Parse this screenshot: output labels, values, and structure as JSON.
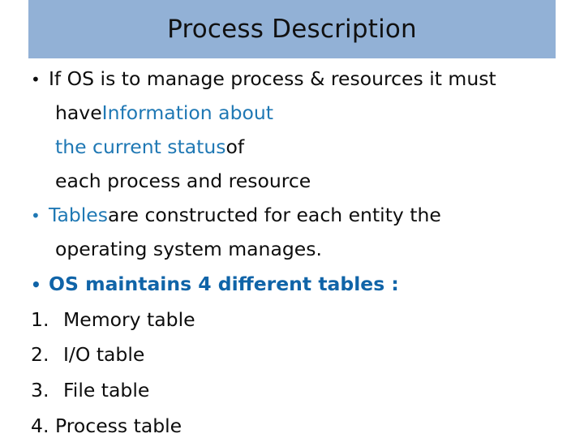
{
  "slide": {
    "title": "Process Description",
    "title_bar_color": "#92b1d6",
    "accent_blue": "#1f78b4",
    "accent_blue_bold": "#1064a8",
    "text_color": "#0d0d0d",
    "background": "#ffffff"
  },
  "content": {
    "bullet_glyph": "•",
    "bullets": [
      {
        "marker": "•",
        "line1_a": "If OS is to manage process & resources it must",
        "line2_a": "have ",
        "line2_b": "Information about",
        "line3_b": "the current status",
        "line3_c": " of",
        "line4_a": "each process and resource"
      },
      {
        "marker": "•",
        "line1_b": "Tables",
        "line1_a": " are constructed for each entity the",
        "line2_a": "operating system manages."
      },
      {
        "marker": "•",
        "line1_b": "OS maintains 4 different tables :"
      }
    ],
    "numbered_items": [
      {
        "number": "1.",
        "label": "Memory table"
      },
      {
        "number": "2.",
        "label": "I/O table"
      },
      {
        "number": "3.",
        "label": "File table"
      },
      {
        "number": "4.",
        "label": "Process table"
      }
    ]
  }
}
